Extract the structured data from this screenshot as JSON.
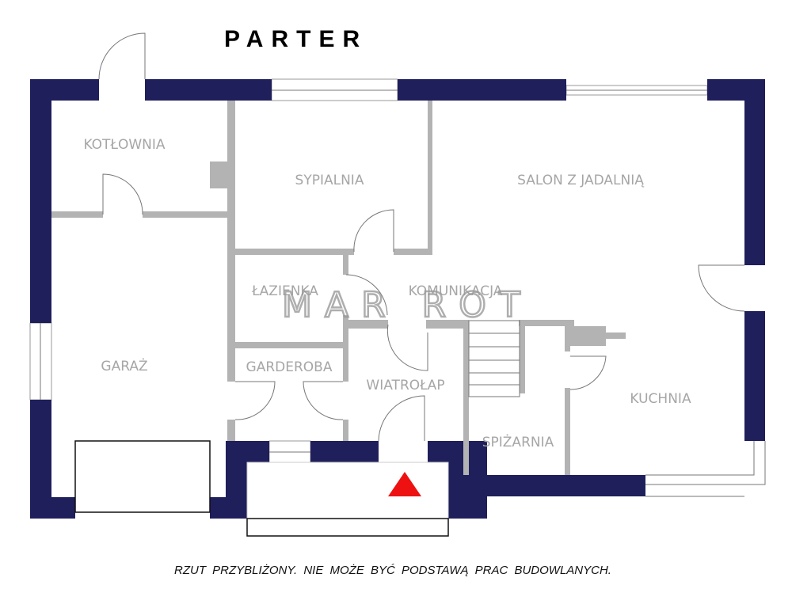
{
  "title": "PARTER",
  "watermark": "MAR ROT",
  "footnote": "RZUT  PRZYBLIŻONY.  NIE  MOŻE  BYĆ  PODSTAWĄ  PRAC  BUDOWLANYCH.",
  "rooms": {
    "kotlownia": "KOTŁOWNIA",
    "sypialnia": "SYPIALNIA",
    "salon": "SALON Z JADALNIĄ",
    "lazienka": "ŁAZIENKA",
    "komunikacja": "KOMUNIKACJA",
    "garaz": "GARAŻ",
    "garderoba": "GARDEROBA",
    "wiatrolap": "WIATROŁAP",
    "kuchnia": "KUCHNIA",
    "spizarnia": "SPIŻARNIA"
  },
  "colors": {
    "outer_wall": "#1f1f5c",
    "inner_wall": "#b3b3b3",
    "entrance_marker": "#ee1111"
  }
}
